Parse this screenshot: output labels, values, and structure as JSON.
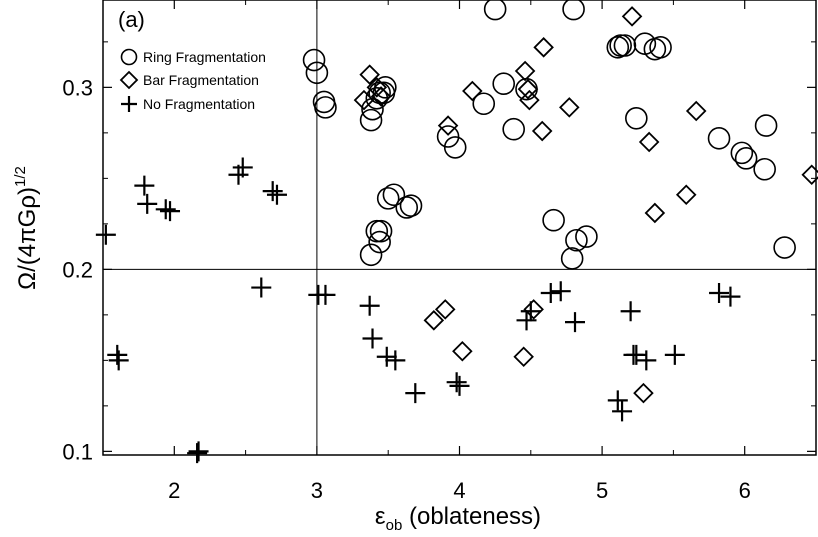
{
  "chart_data": {
    "type": "scatter",
    "panel_label": "(a)",
    "xlabel": {
      "main": "ε",
      "sub": "ob",
      "rest": " (oblateness)"
    },
    "ylabel": {
      "main": "Ω/(4πGρ)",
      "sup": "1/2"
    },
    "xlim": [
      1.5,
      6.5
    ],
    "ylim": [
      0.098,
      0.348
    ],
    "xticks": [
      2,
      3,
      4,
      5,
      6
    ],
    "yticks": [
      0.1,
      0.2,
      0.3
    ],
    "xtick_labels": [
      "2",
      "3",
      "4",
      "5",
      "6"
    ],
    "ytick_labels": [
      "0.1",
      "0.2",
      "0.3"
    ],
    "reference_lines": {
      "x": 3,
      "y": 0.2
    },
    "legend_position": "top-left",
    "series": [
      {
        "name": "Ring Fragmentation",
        "marker": "circle",
        "x": [
          2.98,
          3.0,
          3.05,
          3.06,
          3.38,
          3.39,
          3.42,
          3.44,
          3.47,
          3.48,
          3.5,
          3.54,
          3.38,
          3.44,
          3.45,
          3.42,
          3.63,
          3.66,
          3.92,
          3.97,
          4.17,
          4.25,
          4.31,
          4.38,
          4.47,
          4.66,
          4.79,
          4.8,
          4.82,
          4.89,
          5.11,
          5.13,
          5.16,
          5.24,
          5.3,
          5.37,
          5.41,
          5.82,
          5.98,
          6.01,
          6.14,
          6.15,
          6.28
        ],
        "y": [
          0.315,
          0.308,
          0.292,
          0.289,
          0.282,
          0.288,
          0.294,
          0.297,
          0.297,
          0.3,
          0.239,
          0.241,
          0.208,
          0.215,
          0.221,
          0.221,
          0.234,
          0.235,
          0.273,
          0.267,
          0.291,
          0.343,
          0.302,
          0.277,
          0.299,
          0.227,
          0.206,
          0.343,
          0.216,
          0.218,
          0.322,
          0.323,
          0.323,
          0.283,
          0.324,
          0.321,
          0.322,
          0.272,
          0.264,
          0.261,
          0.255,
          0.279,
          0.212
        ]
      },
      {
        "name": "Bar Fragmentation",
        "marker": "diamond",
        "x": [
          3.33,
          3.37,
          3.42,
          3.45,
          3.82,
          3.9,
          3.92,
          4.02,
          4.09,
          4.45,
          4.46,
          4.48,
          4.49,
          4.52,
          4.58,
          4.59,
          4.77,
          5.21,
          5.29,
          5.33,
          5.37,
          5.59,
          5.66,
          6.47
        ],
        "y": [
          0.293,
          0.307,
          0.3,
          0.295,
          0.172,
          0.178,
          0.279,
          0.155,
          0.298,
          0.152,
          0.309,
          0.299,
          0.293,
          0.178,
          0.276,
          0.322,
          0.289,
          0.339,
          0.132,
          0.27,
          0.231,
          0.241,
          0.287,
          0.252
        ]
      },
      {
        "name": "No Fragmentation",
        "marker": "plus",
        "x": [
          1.52,
          1.6,
          1.61,
          1.79,
          1.81,
          1.94,
          1.97,
          2.16,
          2.17,
          2.45,
          2.48,
          2.61,
          2.69,
          2.72,
          3.01,
          3.06,
          3.37,
          3.39,
          3.49,
          3.55,
          3.69,
          3.98,
          4.0,
          4.47,
          4.5,
          4.64,
          4.71,
          4.81,
          5.11,
          5.14,
          5.2,
          5.22,
          5.24,
          5.31,
          5.51,
          5.82,
          5.9
        ],
        "y": [
          0.219,
          0.153,
          0.15,
          0.246,
          0.236,
          0.233,
          0.232,
          0.099,
          0.1,
          0.252,
          0.256,
          0.19,
          0.243,
          0.241,
          0.186,
          0.186,
          0.18,
          0.162,
          0.152,
          0.15,
          0.132,
          0.138,
          0.136,
          0.172,
          0.177,
          0.187,
          0.188,
          0.171,
          0.128,
          0.122,
          0.177,
          0.153,
          0.153,
          0.15,
          0.153,
          0.187,
          0.185
        ]
      }
    ]
  }
}
